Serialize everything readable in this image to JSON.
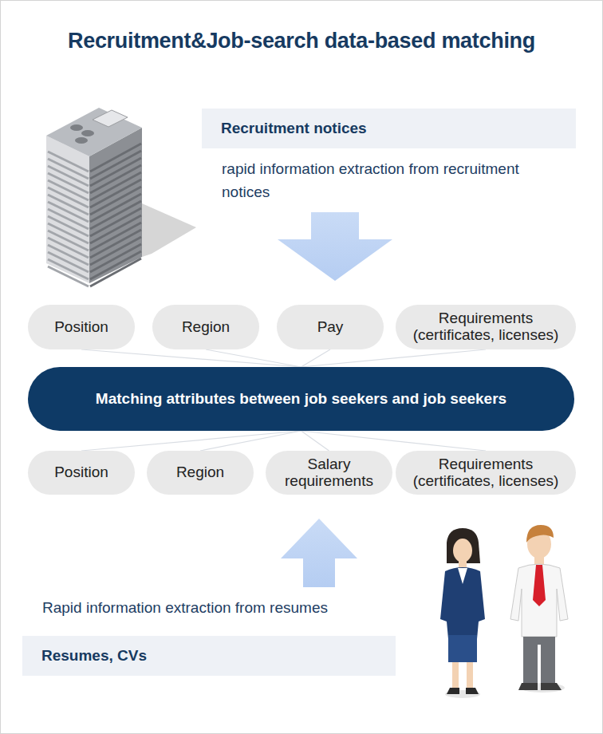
{
  "diagram": {
    "title": "Recruitment&Job-search data-based matching",
    "nodes": [
      {
        "text": [
          "Recruitment notices",
          "rapid information extraction from recruitment notices"
        ]
      },
      {
        "text": [
          "Position"
        ]
      },
      {
        "text": [
          "Region"
        ]
      },
      {
        "text": [
          "Pay"
        ]
      },
      {
        "text": [
          "Requirements (certificates, licenses)"
        ]
      },
      {
        "text": [
          "Matching attributes between job seekers and job seekers"
        ]
      },
      {
        "text": [
          "Position"
        ]
      },
      {
        "text": [
          "Region"
        ]
      },
      {
        "text": [
          "Salary requirements"
        ]
      },
      {
        "text": [
          "Requirements (certificates, licenses)"
        ]
      },
      {
        "text": [
          "Rapid information extraction from resumes",
          "Resumes, CVs"
        ]
      }
    ],
    "edges": [
      {
        "from": 1,
        "to": 5,
        "arrow": "none"
      },
      {
        "from": 2,
        "to": 5,
        "arrow": "none"
      },
      {
        "from": 3,
        "to": 5,
        "arrow": "none"
      },
      {
        "from": 4,
        "to": 5,
        "arrow": "none"
      },
      {
        "from": 6,
        "to": 5,
        "arrow": "none"
      },
      {
        "from": 7,
        "to": 5,
        "arrow": "none"
      },
      {
        "from": 8,
        "to": 5,
        "arrow": "none"
      },
      {
        "from": 9,
        "to": 5,
        "arrow": "none"
      }
    ]
  }
}
